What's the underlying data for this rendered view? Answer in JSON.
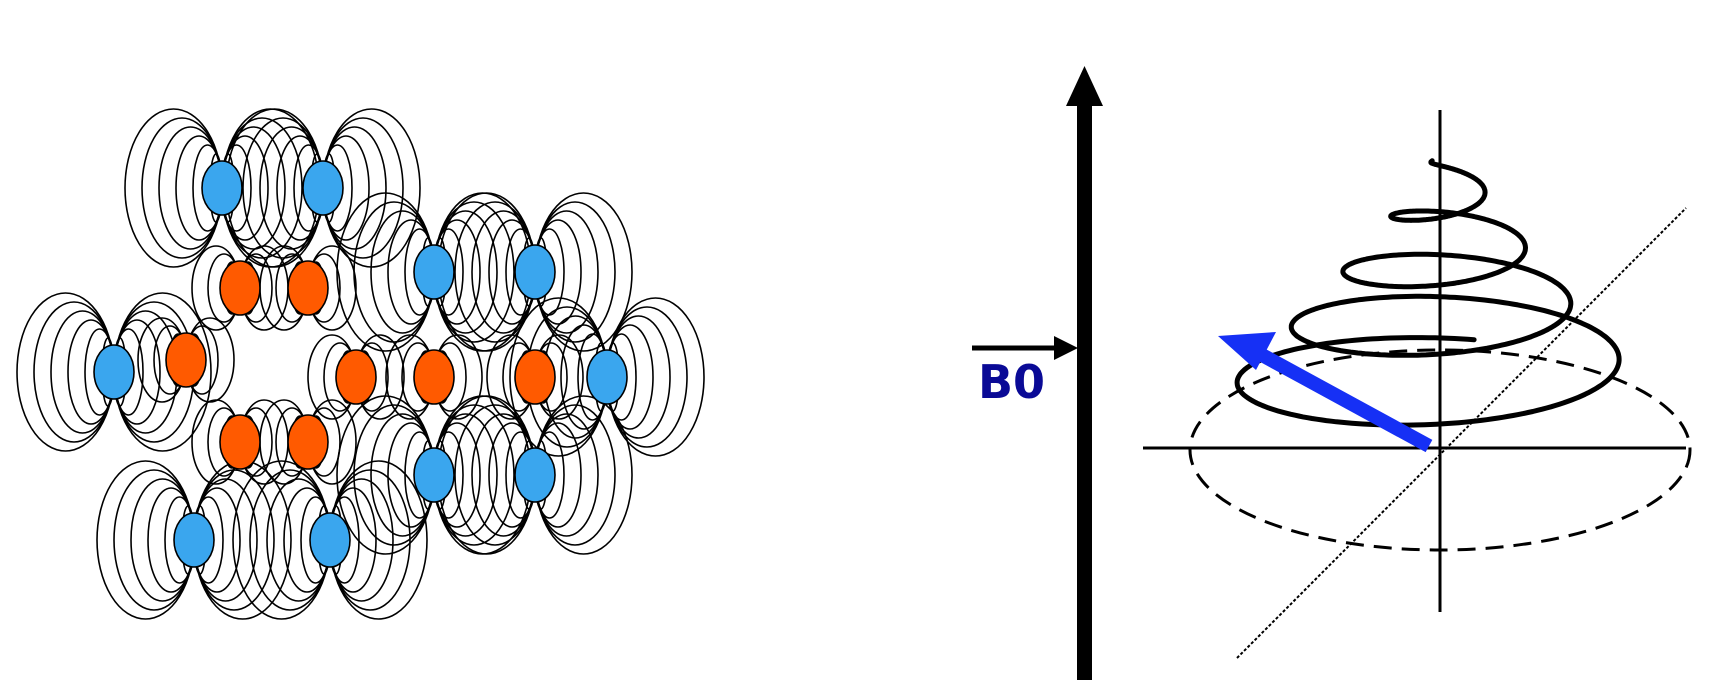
{
  "colors": {
    "background": "#ffffff",
    "ink": "#000000",
    "hydrogen_atom": "#3aa6ee",
    "carbon_atom": "#ff5a00",
    "magnetization_vector": "#1630f5",
    "field_label": "#0a0a96"
  },
  "molecule": {
    "outer_atom_color_name": "blue",
    "inner_atom_color_name": "orange"
  },
  "precession": {
    "field_label": "B0"
  }
}
